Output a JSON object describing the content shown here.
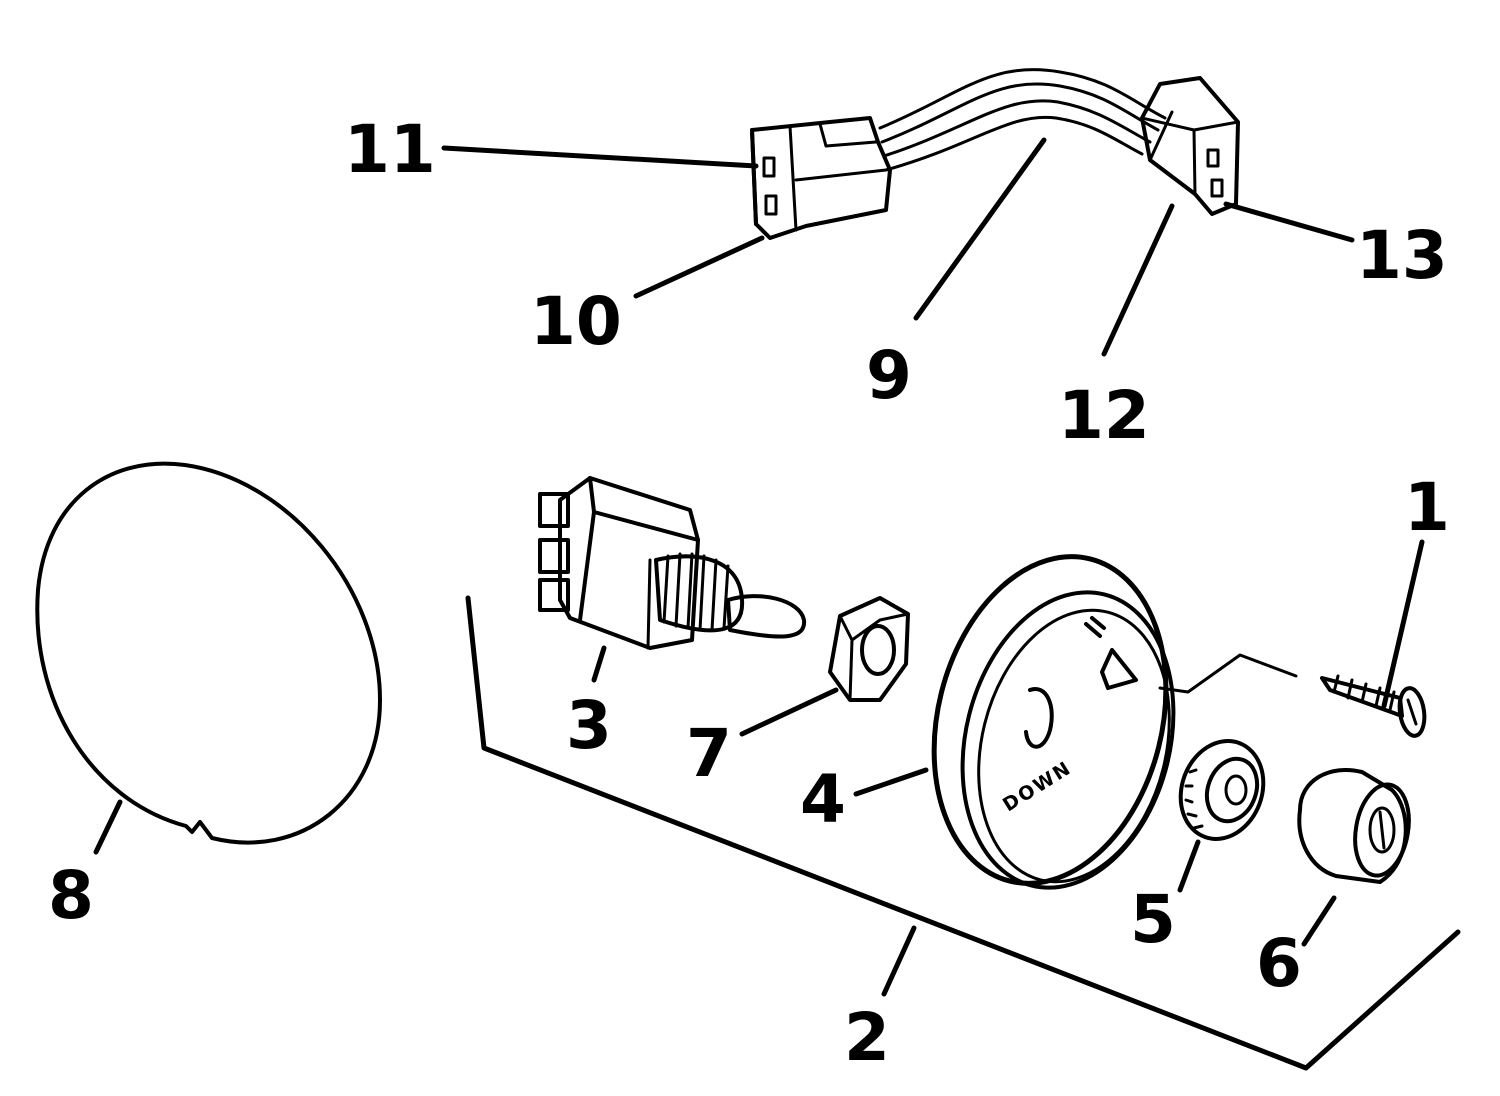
{
  "callouts": {
    "c1": "1",
    "c2": "2",
    "c3": "3",
    "c4": "4",
    "c5": "5",
    "c6": "6",
    "c7": "7",
    "c8": "8",
    "c9": "9",
    "c10": "10",
    "c11": "11",
    "c12": "12",
    "c13": "13"
  },
  "dial": {
    "down_label": "DOWN"
  }
}
